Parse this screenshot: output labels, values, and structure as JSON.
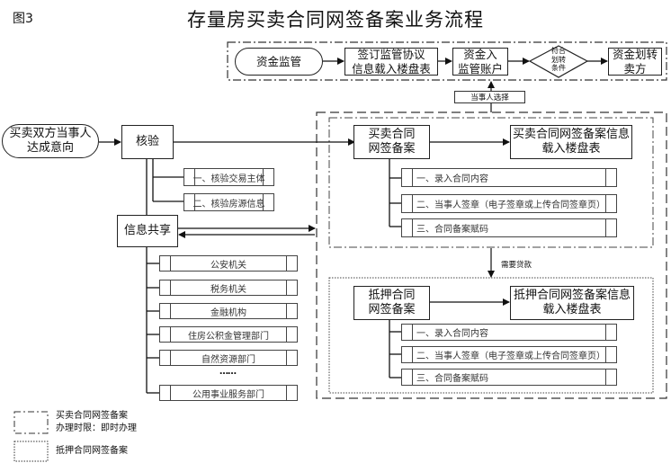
{
  "figure_label": "图3",
  "title": "存量房买卖合同网签备案业务流程",
  "fund_supervision": {
    "start": "资金监管",
    "step1": "签订监管协议\n信息载入楼盘表",
    "step2": "资金入\n监管账户",
    "decision": "符合\n划转\n条件",
    "step3": "资金划转\n卖方",
    "trigger_label": "当事人选择"
  },
  "main_flow": {
    "start": "买卖双方当事人\n达成意向",
    "verify": "核验",
    "verify_items": [
      "一、核验交易主体",
      "二、核验房源信息"
    ],
    "info_share": "信息共享",
    "share_items": [
      "公安机关",
      "税务机关",
      "金融机构",
      "住房公积金管理部门",
      "自然资源部门",
      "……",
      "公用事业服务部门"
    ]
  },
  "sale_contract": {
    "node": "买卖合同\n网签备案",
    "result": "买卖合同网签备案信息\n载入楼盘表",
    "steps": [
      "一、录入合同内容",
      "二、当事人签章（电子签章或上传合同签章页）",
      "三、合同备案赋码"
    ]
  },
  "loan_label": "需要贷款",
  "mortgage_contract": {
    "node": "抵押合同\n网签备案",
    "result": "抵押合同网签备案信息\n载入楼盘表",
    "steps": [
      "一、录入合同内容",
      "二、当事人签章（电子签章或上传合同签章页）",
      "三、合同备案赋码"
    ]
  },
  "legend": {
    "dashdot": "买卖合同网签备案\n办理时限：即时办理",
    "dotted": "抵押合同网签备案"
  }
}
